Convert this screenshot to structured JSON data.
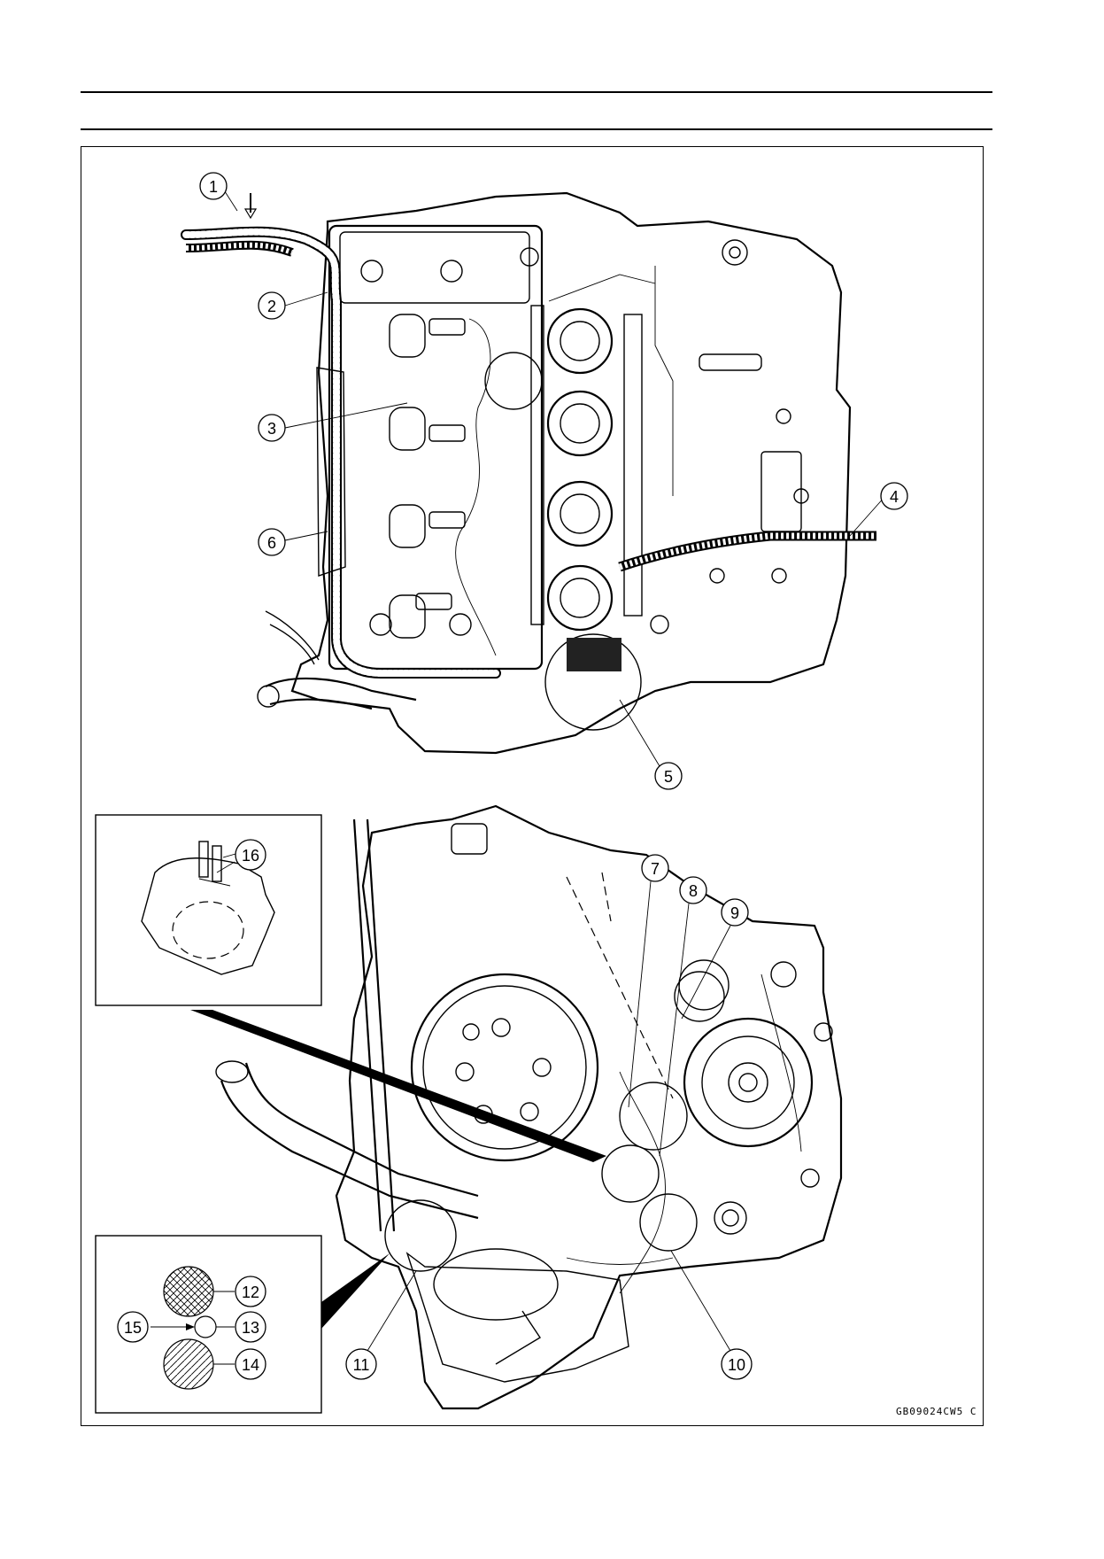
{
  "callouts": [
    {
      "id": "c1",
      "label": "1"
    },
    {
      "id": "c2",
      "label": "2"
    },
    {
      "id": "c3",
      "label": "3"
    },
    {
      "id": "c4",
      "label": "4"
    },
    {
      "id": "c5",
      "label": "5"
    },
    {
      "id": "c6",
      "label": "6"
    },
    {
      "id": "c7",
      "label": "7"
    },
    {
      "id": "c8",
      "label": "8"
    },
    {
      "id": "c9",
      "label": "9"
    },
    {
      "id": "c10",
      "label": "10"
    },
    {
      "id": "c11",
      "label": "11"
    },
    {
      "id": "c12",
      "label": "12"
    },
    {
      "id": "c13",
      "label": "13"
    },
    {
      "id": "c14",
      "label": "14"
    },
    {
      "id": "c15",
      "label": "15"
    },
    {
      "id": "c16",
      "label": "16"
    }
  ],
  "figure_code": "GB09024CW5 C"
}
